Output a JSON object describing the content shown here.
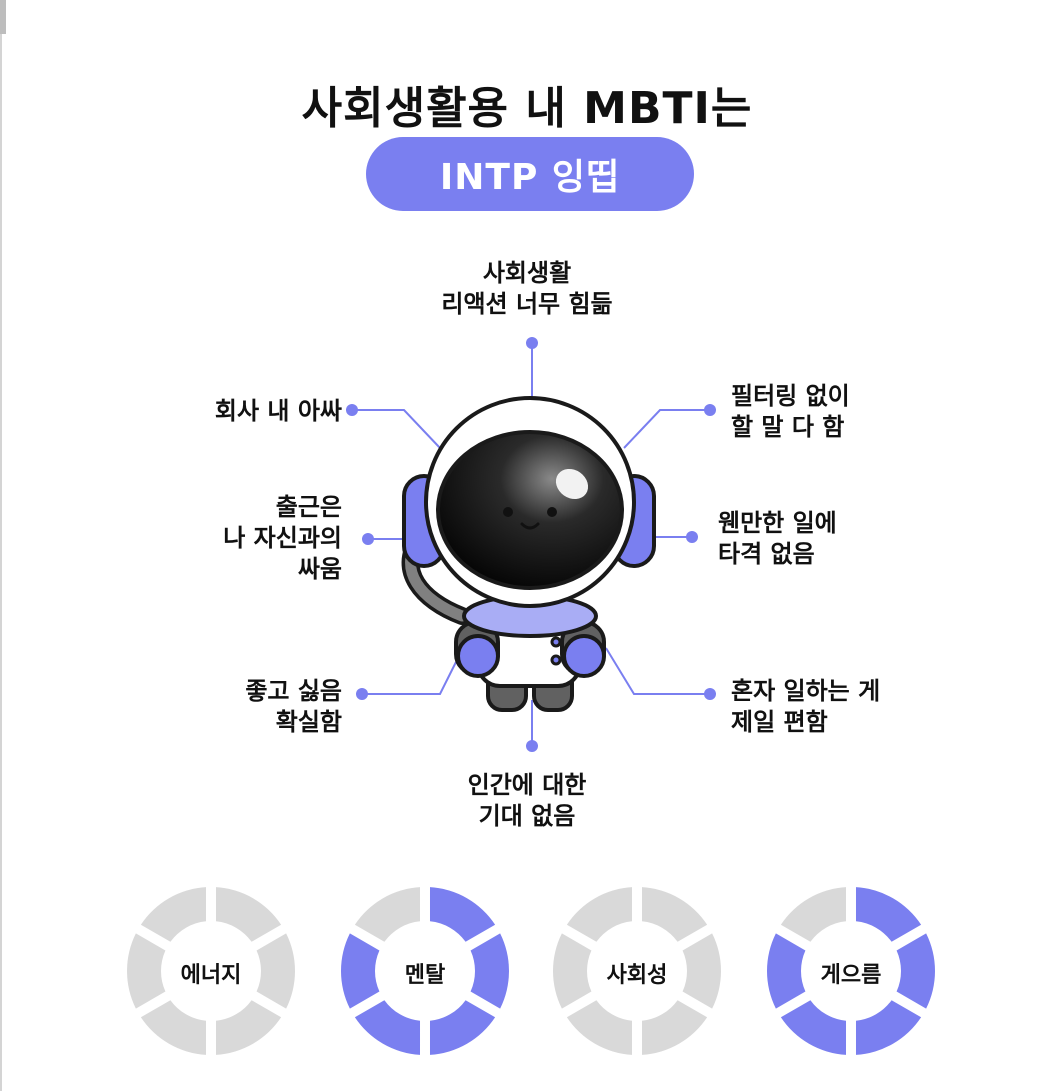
{
  "header": {
    "title": "사회생활용 내 MBTI는",
    "type_badge": "INTP 잉띱"
  },
  "traits": {
    "top": [
      "사회생활",
      "리액션 너무 힘듦"
    ],
    "top_left": [
      "회사 내 아싸"
    ],
    "mid_left": [
      "출근은",
      "나 자신과의",
      "싸움"
    ],
    "bottom_left": [
      "좋고 싫음",
      "확실함"
    ],
    "top_right": [
      "필터링 없이",
      "할 말 다 함"
    ],
    "mid_right": [
      "웬만한 일에",
      "타격 없음"
    ],
    "bottom_right": [
      "혼자 일하는 게",
      "제일 편함"
    ],
    "bottom": [
      "인간에 대한",
      "기대 없음"
    ]
  },
  "stats": [
    {
      "label": "에너지",
      "level": 0,
      "segments": 6
    },
    {
      "label": "멘탈",
      "level": 5,
      "segments": 6
    },
    {
      "label": "사회성",
      "level": 0,
      "segments": 6
    },
    {
      "label": "게으름",
      "level": 5,
      "segments": 6
    }
  ],
  "colors": {
    "accent": "#7a7ff0",
    "gauge_empty": "#d9d9d9",
    "outline": "#1a1a1a",
    "helmet_frame": "#ffffff"
  },
  "icons": {
    "character": "astronaut-icon"
  }
}
